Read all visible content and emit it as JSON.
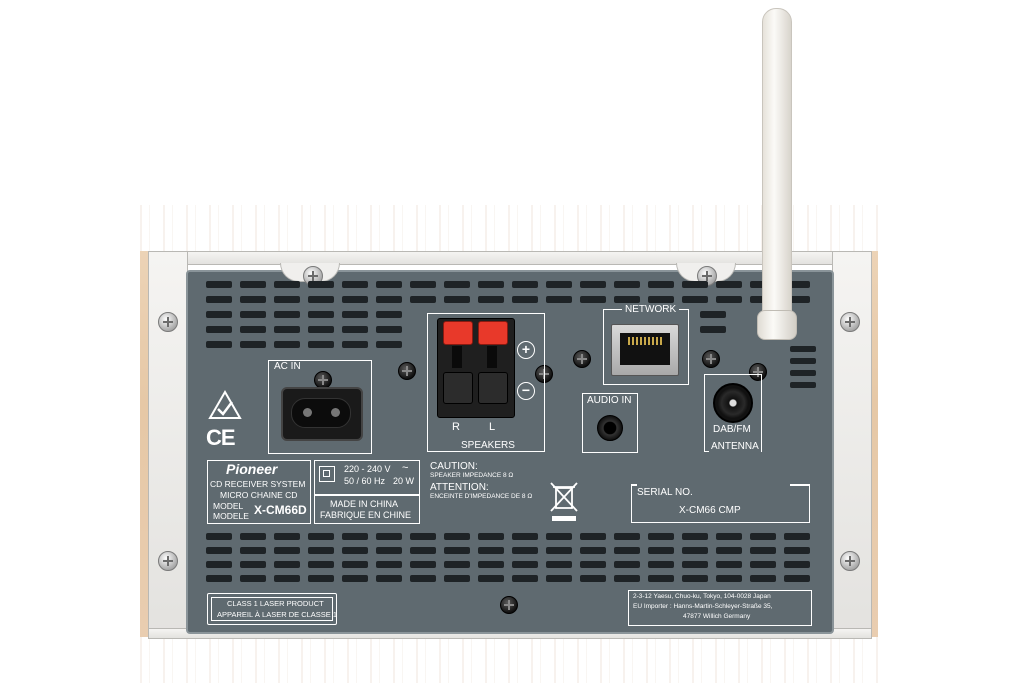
{
  "device": {
    "brand": "Pioneer",
    "system_name": "CD RECEIVER SYSTEM",
    "system_name_fr": "MICRO CHAINE CD",
    "model_label": "MODEL",
    "model_label_fr": "MODELE",
    "model": "X-CM66D"
  },
  "power": {
    "voltage": "220 - 240 V",
    "ac_symbol": "~",
    "frequency": "50 / 60 Hz",
    "wattage": "20 W",
    "made_in": "MADE IN CHINA",
    "made_in_fr": "FABRIQUE EN CHINE"
  },
  "ports": {
    "ac_in": "AC IN",
    "speakers": "SPEAKERS",
    "speaker_r": "R",
    "speaker_l": "L",
    "plus": "+",
    "minus": "−",
    "network": "NETWORK",
    "audio_in": "AUDIO IN",
    "antenna_band": "DAB/FM",
    "antenna": "ANTENNA"
  },
  "warnings": {
    "caution": "CAUTION:",
    "caution_text": "SPEAKER IMPEDANCE 8 Ω",
    "attention": "ATTENTION:",
    "attention_text": "ENCEINTE D'IMPEDANCE DE 8 Ω"
  },
  "serial": {
    "label": "SERIAL NO.",
    "value": "X-CM66 CMP"
  },
  "laser": {
    "line1": "CLASS 1 LASER PRODUCT",
    "line2": "APPAREIL À LASER DE CLASSE 1"
  },
  "address": {
    "line1": "2-3-12 Yaesu, Chuo-ku, Tokyo, 104-0028 Japan",
    "line2": "EU Importer : Hanns-Martin-Schleyer-Straße 35,",
    "line3": "47877 Willich Germany"
  },
  "marks": {
    "ce": "CE"
  },
  "colors": {
    "panel": "#5f6a70",
    "wood": "#e8cbaa",
    "terminal_red": "#e8392a"
  }
}
